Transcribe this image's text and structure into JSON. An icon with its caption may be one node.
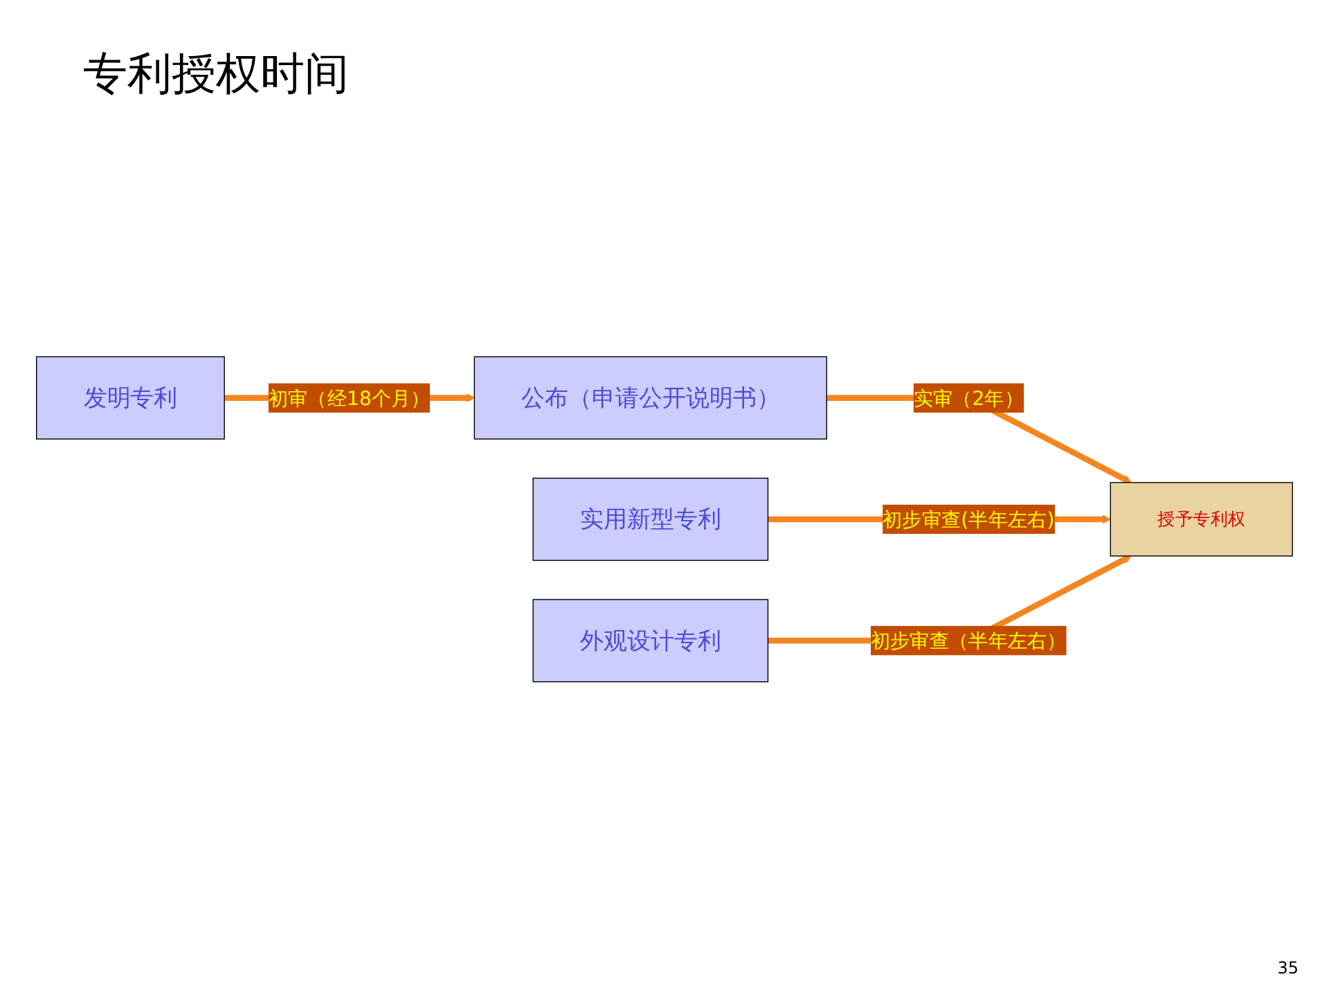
{
  "diagram": {
    "title": "专利授权时间",
    "nodes": [
      {
        "text": [
          "发明专利"
        ]
      },
      {
        "text": [
          "公布（申请公开说明书）"
        ]
      },
      {
        "text": [
          "实用新型专利"
        ]
      },
      {
        "text": [
          "外观设计专利"
        ]
      },
      {
        "text": [
          "授予专利权"
        ]
      }
    ],
    "edges": [
      {
        "from": 0,
        "to": 1,
        "arrow": "to",
        "label": "初审（经18个月）"
      },
      {
        "from": 1,
        "to": 4,
        "arrow": "to",
        "label": "实审（2年）"
      },
      {
        "from": 2,
        "to": 4,
        "arrow": "to",
        "label": "初步审查(半年左右)"
      },
      {
        "from": 3,
        "to": 4,
        "arrow": "to",
        "label": "初步审查（半年左右）"
      }
    ],
    "labels": [
      "35"
    ]
  }
}
